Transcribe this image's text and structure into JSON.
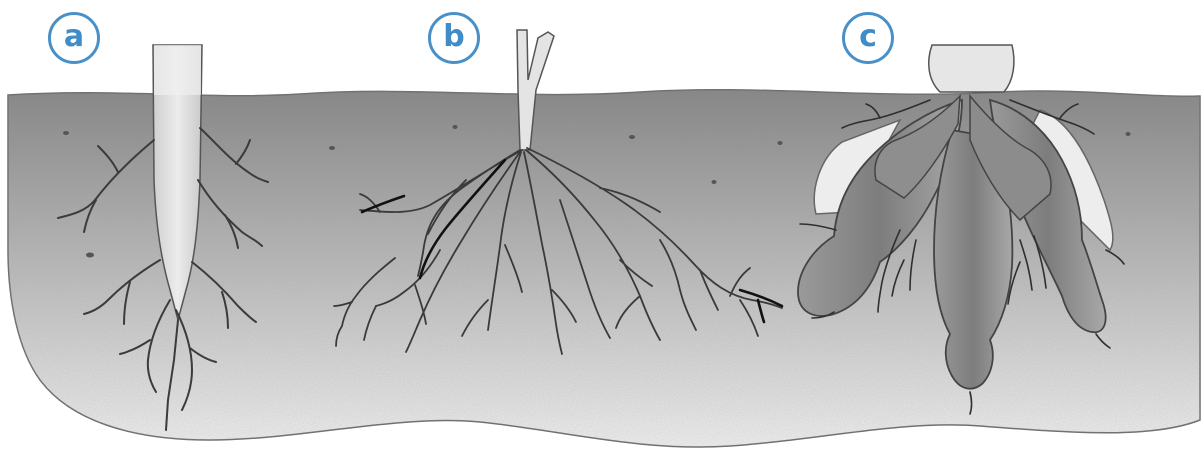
{
  "labels": {
    "a": "a",
    "b": "b",
    "c": "c"
  },
  "colors": {
    "accent": "#4a90c8",
    "soil_dark": "#8a8a8a",
    "soil_light": "#f4f4f4",
    "root_outline": "#3b3b3b",
    "taproot_fill": "#d9d9d9",
    "tuber_fill": "#8f8f8f"
  }
}
